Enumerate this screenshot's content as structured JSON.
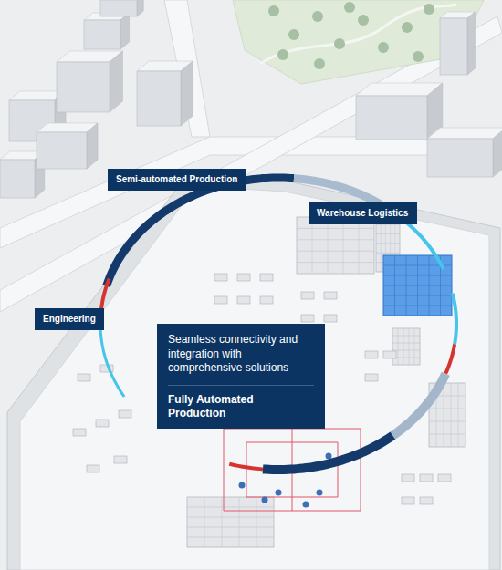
{
  "diagram": {
    "nodes": [
      {
        "text": [
          "Semi-automated Production"
        ]
      },
      {
        "text": [
          "Warehouse Logistics"
        ]
      },
      {
        "text": [
          "Engineering"
        ]
      },
      {
        "text": [
          "Seamless connectivity and integration with comprehensive solutions",
          "Fully Automated Production"
        ]
      }
    ]
  }
}
